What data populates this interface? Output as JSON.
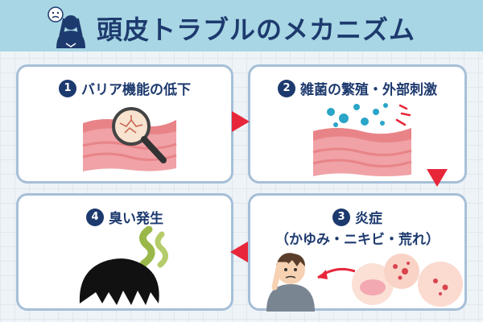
{
  "header": {
    "title": "頭皮トラブルのメカニズム",
    "icon": "worried-person-icon",
    "bg_color": "#a8d6e4",
    "title_color": "#1d3a6e"
  },
  "steps": [
    {
      "num": "1",
      "title": "バリア機能の低下",
      "icon": "magnifier-skin-icon"
    },
    {
      "num": "2",
      "title": "雑菌の繁殖・外部刺激",
      "icon": "bacteria-skin-icon"
    },
    {
      "num": "3",
      "title": "炎症",
      "subtitle": "（かゆみ・ニキビ・荒れ）",
      "icon": "scratching-man-icon"
    },
    {
      "num": "4",
      "title": "臭い発生",
      "icon": "smelly-hair-icon"
    }
  ],
  "colors": {
    "accent_red": "#e8263a",
    "navy": "#1d3a6e",
    "card_border": "#a6bfd8",
    "skin_pink": "#f0a2a6"
  }
}
